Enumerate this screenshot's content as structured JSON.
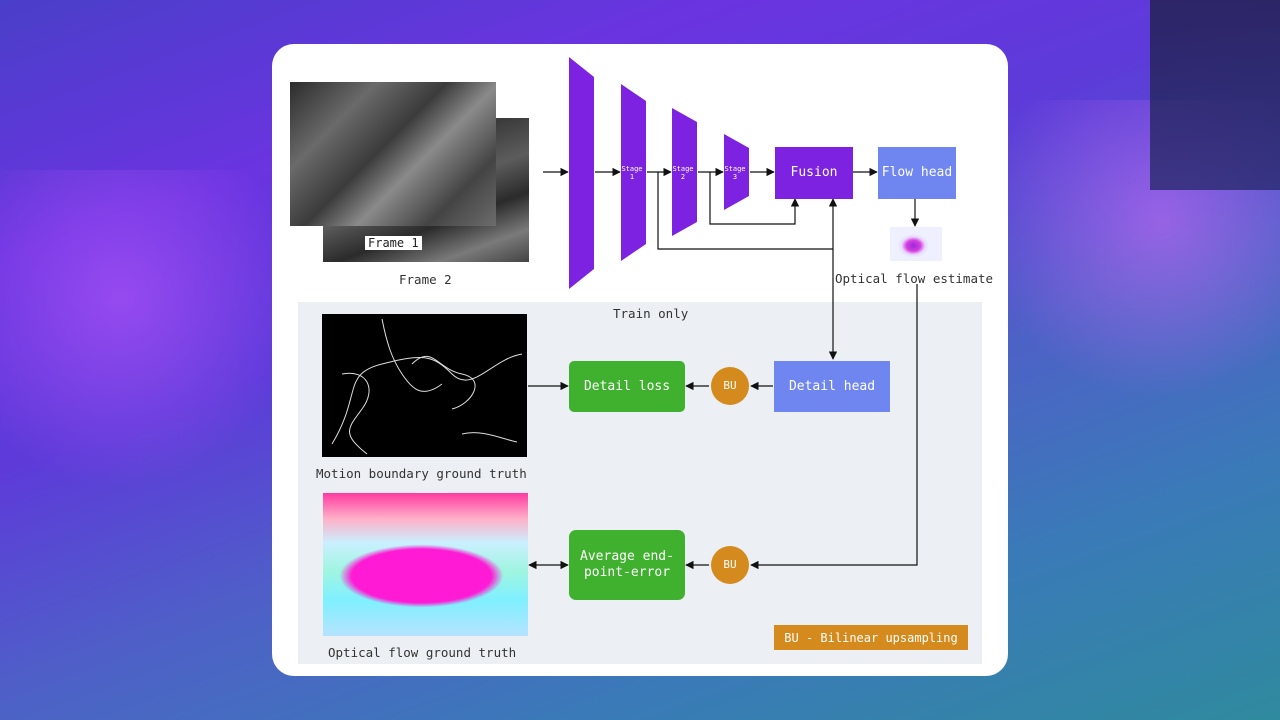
{
  "diagram": {
    "frame1_label": "Frame 1",
    "frame2_label": "Frame 2",
    "stages": [
      {
        "line1": "Stage",
        "line2": "1"
      },
      {
        "line1": "Stage",
        "line2": "2"
      },
      {
        "line1": "Stage",
        "line2": "3"
      }
    ],
    "fusion_label": "Fusion",
    "flow_head_label": "Flow head",
    "optical_flow_estimate_label": "Optical flow estimate",
    "train_only_label": "Train only",
    "detail_head_label": "Detail head",
    "bu_label": "BU",
    "detail_loss_label": "Detail loss",
    "motion_boundary_label": "Motion boundary ground truth",
    "aepe_label": "Average end-point-error",
    "optical_flow_gt_label": "Optical flow ground truth",
    "legend_label": "BU - Bilinear upsampling",
    "colors": {
      "encoder": "#7c22e0",
      "fusion": "#7c22e0",
      "head": "#6f86f0",
      "loss": "#3fb12e",
      "bu": "#d48a1c",
      "legend": "#d48a1c",
      "panel": "#eceff3"
    }
  }
}
